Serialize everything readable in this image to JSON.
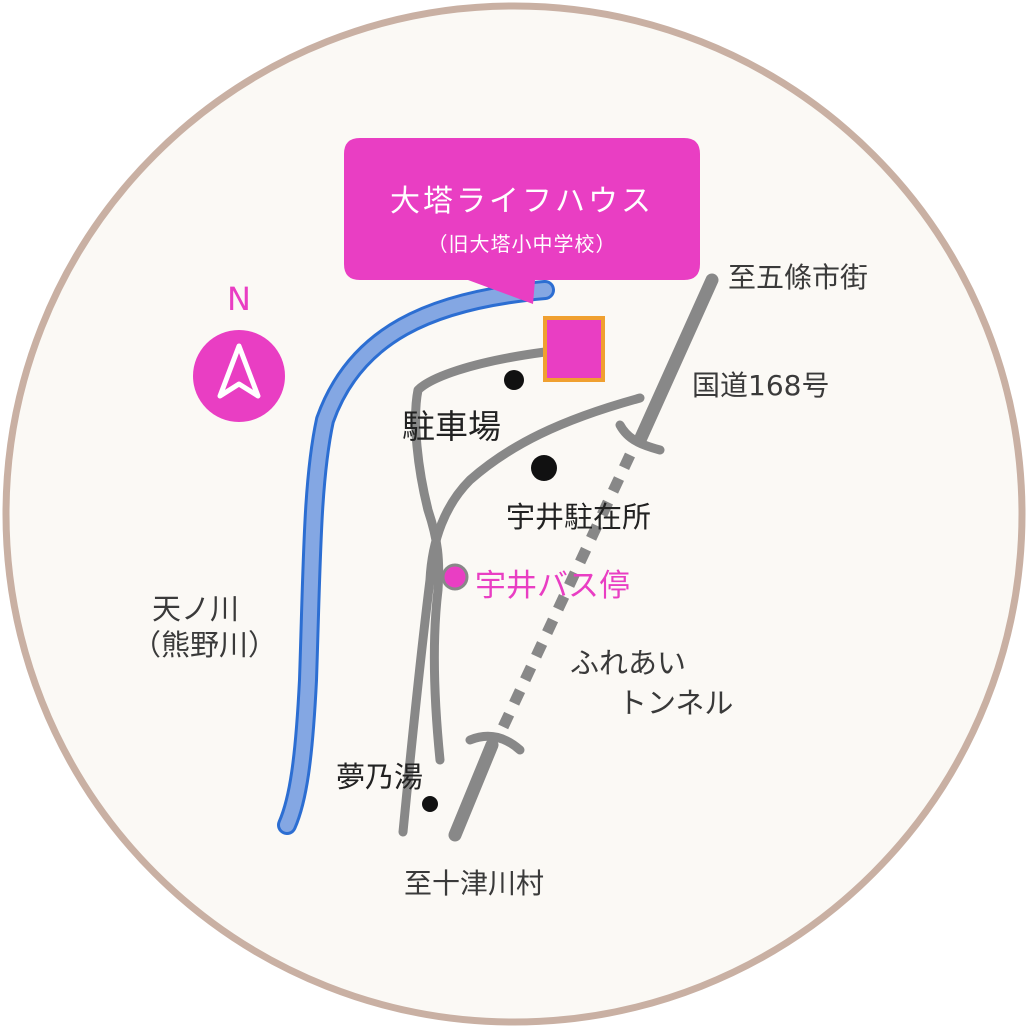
{
  "colors": {
    "map_background": "#fbf9f5",
    "map_border": "#c9b0a3",
    "river": "#84a7e3",
    "river_edge": "#2c6ed2",
    "road": "#888888",
    "destination": "#e93ec3",
    "destination_outline": "#f0a030",
    "text": "#3a3a3a"
  },
  "icons": {
    "north_arrow": "compass-north-icon",
    "destination": "square-marker-icon",
    "bus_stop": "pink-dot-icon"
  },
  "callout": {
    "title": "大塔ライフハウス",
    "subtitle": "（旧大塔小中学校）"
  },
  "compass": {
    "letter": "N"
  },
  "labels": {
    "to_gojo": "至五條市街",
    "route": "国道168号",
    "parking": "駐車場",
    "police": "宇井駐在所",
    "bus_stop": "宇井バス停",
    "river_line1": "天ノ川",
    "river_line2": "（熊野川）",
    "tunnel_line1": "ふれあい",
    "tunnel_line2": "トンネル",
    "onsen": "夢乃湯",
    "to_totsukawa": "至十津川村"
  }
}
